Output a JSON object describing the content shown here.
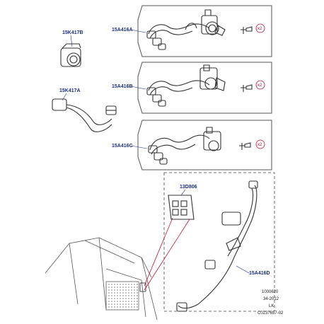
{
  "diagram": {
    "parts": [
      {
        "id": "p1",
        "code": "15K417B"
      },
      {
        "id": "p2",
        "code": "15K417A"
      },
      {
        "id": "p3",
        "code": "15A416A",
        "qty": "x2"
      },
      {
        "id": "p4",
        "code": "15A416B",
        "qty": "x2"
      },
      {
        "id": "p5",
        "code": "15A416C",
        "qty": "x2"
      },
      {
        "id": "p6",
        "code": "13D806"
      },
      {
        "id": "p7",
        "code": "15A416D"
      }
    ],
    "reference": [
      "1000620",
      "34-2012",
      "LK",
      "C0237657-02"
    ]
  }
}
